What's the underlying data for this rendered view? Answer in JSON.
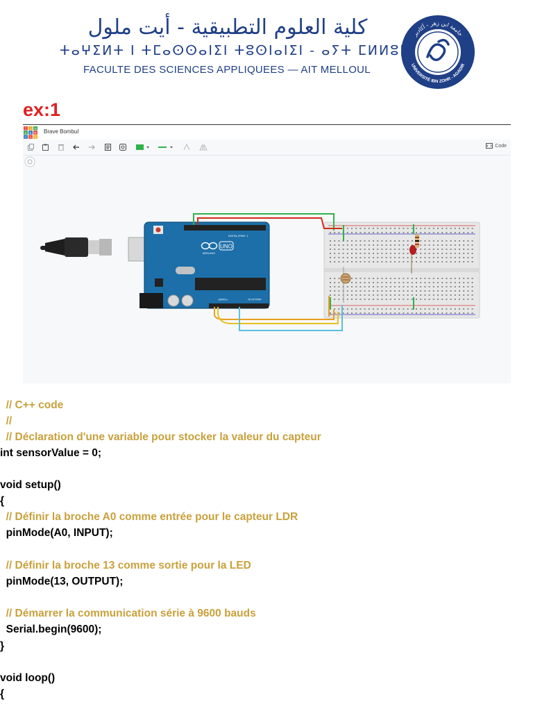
{
  "header": {
    "arabic_name": "كلية العلوم التطبيقية - أيت ملول",
    "tifinagh_name": "ⵜⴰⵖⵉⵍⵜ ⵏ ⵜⵎⴰⵙⵙⴰⵏⵉⵏ ⵜⵓⵙⵏⴰⵏⵉⵏ - ⴰⵢⵜ ⵎⵍⵍⵓⵍ",
    "french_name": "FACULTE DES SCIENCES APPLIQUEES — AIT MELLOUL",
    "logo_text_top": "جامعة ابن زهر - أكادير",
    "logo_text_bottom": "UNIVERSITÉ IBN ZOHR - AGADIR"
  },
  "exercise": {
    "title": "ex:1"
  },
  "tinkercad": {
    "logo_letters": [
      "T",
      "I",
      "N",
      "K",
      "E",
      "R",
      "C",
      "A",
      "D"
    ],
    "project_name": "Brave Bombul",
    "code_button": "Code",
    "board_labels": {
      "brand": "UNO",
      "sub": "ARDUINO",
      "digital": "DIGITAL (PWM ~)",
      "analog": "ANALOG IN",
      "power": "POWER"
    },
    "icons": [
      "copy-icon",
      "paste-icon",
      "delete-icon",
      "undo-icon",
      "redo-icon",
      "notes-icon",
      "view-icon",
      "color-swatch-icon",
      "line-style-icon",
      "rotate-icon",
      "flip-icon",
      "code-icon",
      "zoom-fit-icon"
    ]
  },
  "code": {
    "lines": [
      {
        "text": "  // C++ code",
        "kind": "comment"
      },
      {
        "text": "  //",
        "kind": "comment"
      },
      {
        "text": "  // Déclaration d'une variable pour stocker la valeur du capteur",
        "kind": "comment"
      },
      {
        "text": "int sensorValue = 0;",
        "kind": "code"
      },
      {
        "text": "",
        "kind": "code"
      },
      {
        "text": "void setup()",
        "kind": "code"
      },
      {
        "text": "{",
        "kind": "code"
      },
      {
        "text": "  // Définir la broche A0 comme entrée pour le capteur LDR",
        "kind": "comment"
      },
      {
        "text": "  pinMode(A0, INPUT);",
        "kind": "code"
      },
      {
        "text": "",
        "kind": "code"
      },
      {
        "text": "  // Définir la broche 13 comme sortie pour la LED",
        "kind": "comment"
      },
      {
        "text": "  pinMode(13, OUTPUT);",
        "kind": "code"
      },
      {
        "text": "",
        "kind": "code"
      },
      {
        "text": "  // Démarrer la communication série à 9600 bauds",
        "kind": "comment"
      },
      {
        "text": "  Serial.begin(9600);",
        "kind": "code"
      },
      {
        "text": "}",
        "kind": "code"
      },
      {
        "text": "",
        "kind": "code"
      },
      {
        "text": "void loop()",
        "kind": "code"
      },
      {
        "text": "{",
        "kind": "code"
      }
    ]
  },
  "colors": {
    "header_blue": "#1f3f86",
    "title_red": "#e02020",
    "comment_gold": "#c9a13c",
    "board_blue": "#1c6fa8"
  }
}
